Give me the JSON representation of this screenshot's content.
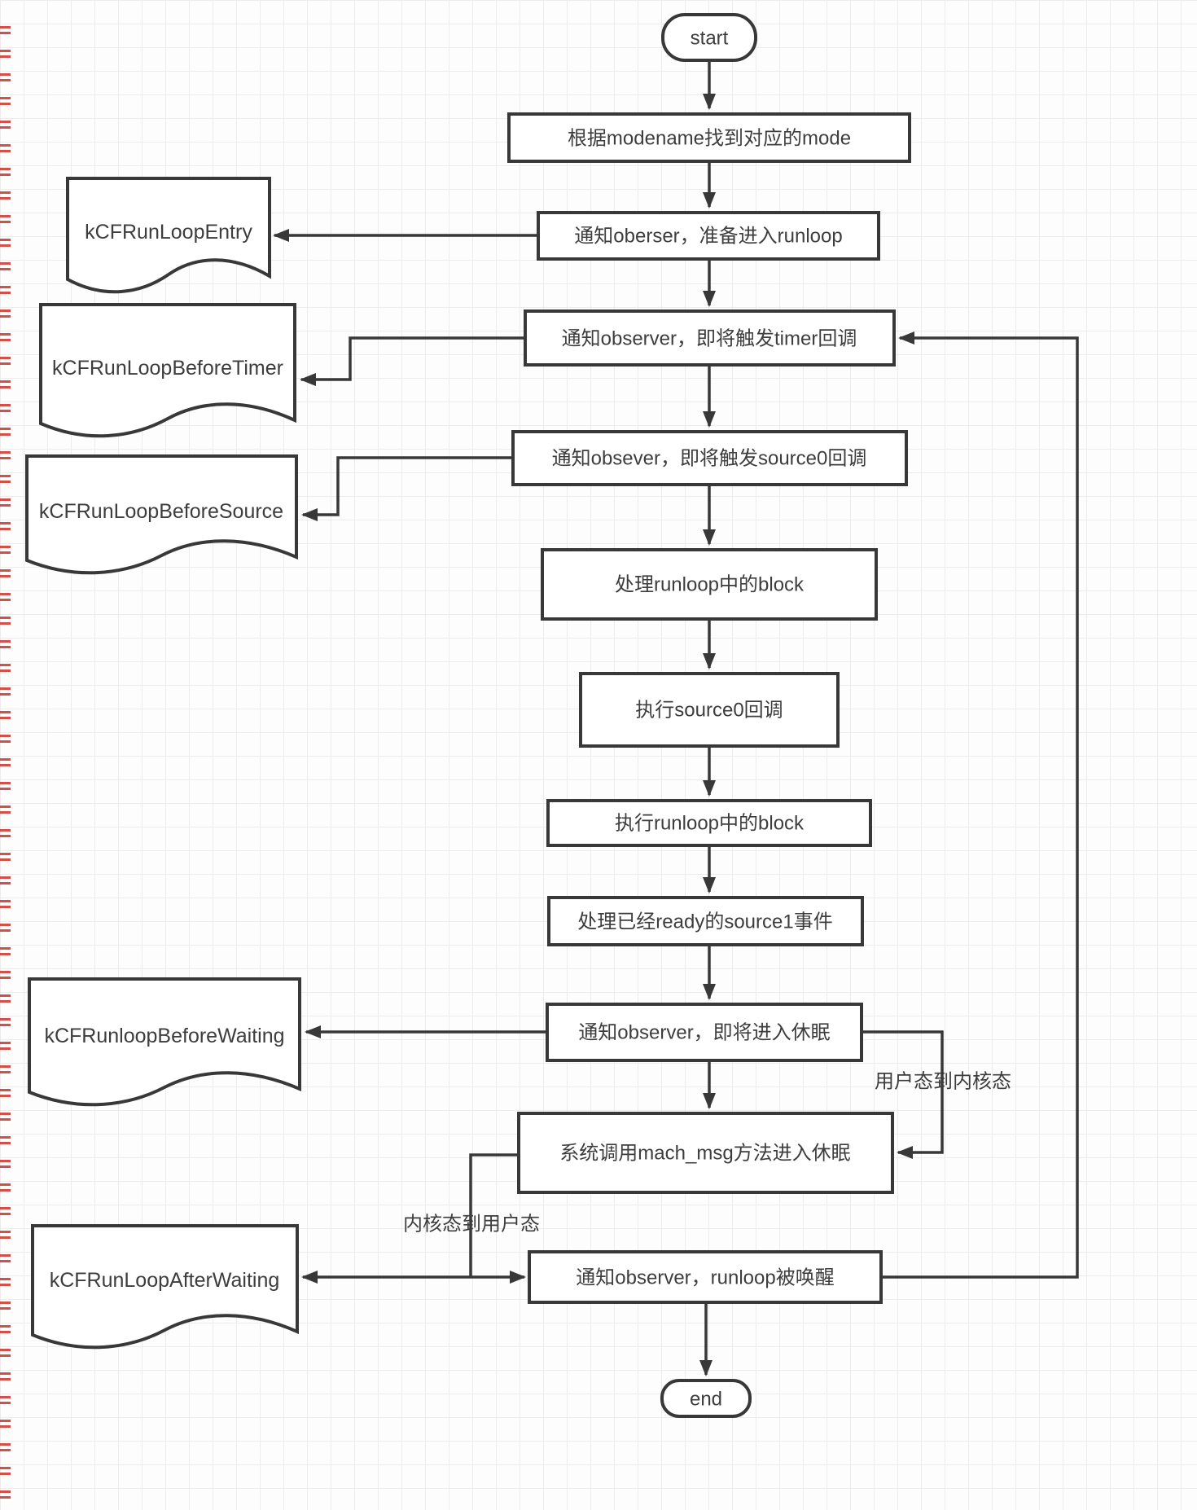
{
  "diagram": {
    "nodes": {
      "start": "start",
      "find_mode": "根据modename找到对应的mode",
      "notify_entry": "通知oberser，准备进入runloop",
      "notify_timer": "通知observer，即将触发timer回调",
      "notify_source0": "通知obsever，即将触发source0回调",
      "handle_blocks": "处理runloop中的block",
      "exec_source0": "执行source0回调",
      "exec_blocks": "执行runloop中的block",
      "handle_source1": "处理已经ready的source1事件",
      "notify_sleep": "通知observer，即将进入休眠",
      "mach_msg": "系统调用mach_msg方法进入休眠",
      "notify_wake": "通知observer，runloop被唤醒",
      "end": "end"
    },
    "documents": {
      "entry": "kCFRunLoopEntry",
      "before_timer": "kCFRunLoopBeforeTimer",
      "before_source": "kCFRunLoopBeforeSource",
      "before_waiting": "kCFRunloopBeforeWaiting",
      "after_waiting": "kCFRunLoopAfterWaiting"
    },
    "edge_labels": {
      "user_to_kernel": "用户态到内核态",
      "kernel_to_user": "内核态到用户态"
    },
    "colors": {
      "line": "#383838",
      "text": "#3d3d3d",
      "grid": "#ececec",
      "background": "#fdfdfd",
      "red_mark": "#cb3227"
    }
  }
}
